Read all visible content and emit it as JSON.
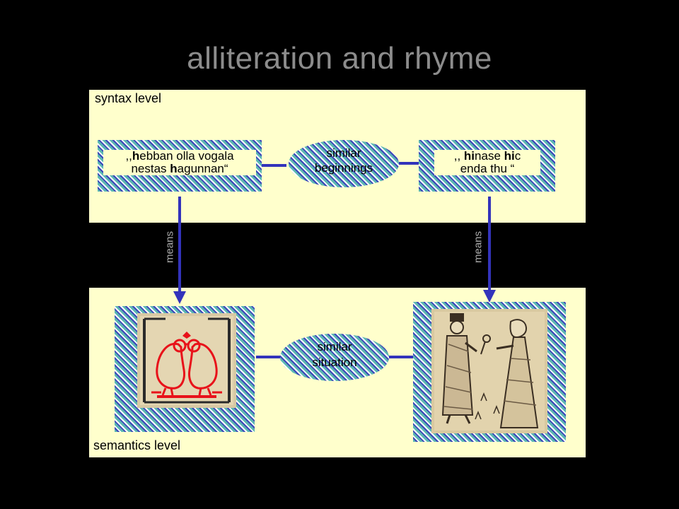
{
  "title": "alliteration and rhyme",
  "syntax_label": "syntax level",
  "semantics_label": "semantics level",
  "left_quote": {
    "open": ",,",
    "bold1": "h",
    "rest1": "ebban olla vogala",
    "line2_pre": "nestas ",
    "bold2": "h",
    "rest2": "agunnan“"
  },
  "right_quote": {
    "open": ",, ",
    "bold1": "hi",
    "mid1": "nase ",
    "bold1b": "hi",
    "rest1": "c",
    "line2": "enda thu “"
  },
  "oval_top": {
    "line1": "similar",
    "line2": "beginnings"
  },
  "oval_bottom": {
    "line1": "similar",
    "line2": "situation"
  },
  "means_left": "means",
  "means_right": "means",
  "colors": {
    "panel": "#ffffcc",
    "connector": "#3333bb",
    "title": "#8c8c8c",
    "means": "#aaaaaa"
  }
}
